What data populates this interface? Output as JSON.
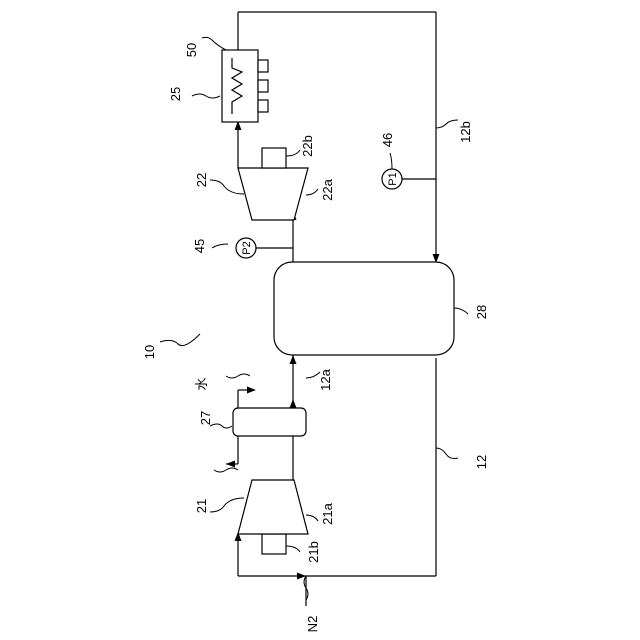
{
  "diagram": {
    "labels": {
      "system": "10",
      "pipe": "12",
      "pipe_a": "12a",
      "pipe_b": "12b",
      "unit_21": "21",
      "unit_21a": "21a",
      "unit_21b": "21b",
      "unit_22": "22",
      "unit_22a": "22a",
      "unit_22b": "22b",
      "unit_25": "25",
      "unit_27": "27",
      "unit_28": "28",
      "gauge_45": "45",
      "gauge_46": "46",
      "heater_50": "50",
      "gauge_p1": "P1",
      "gauge_p2": "P2",
      "inlet": "N2",
      "water": "水"
    }
  }
}
